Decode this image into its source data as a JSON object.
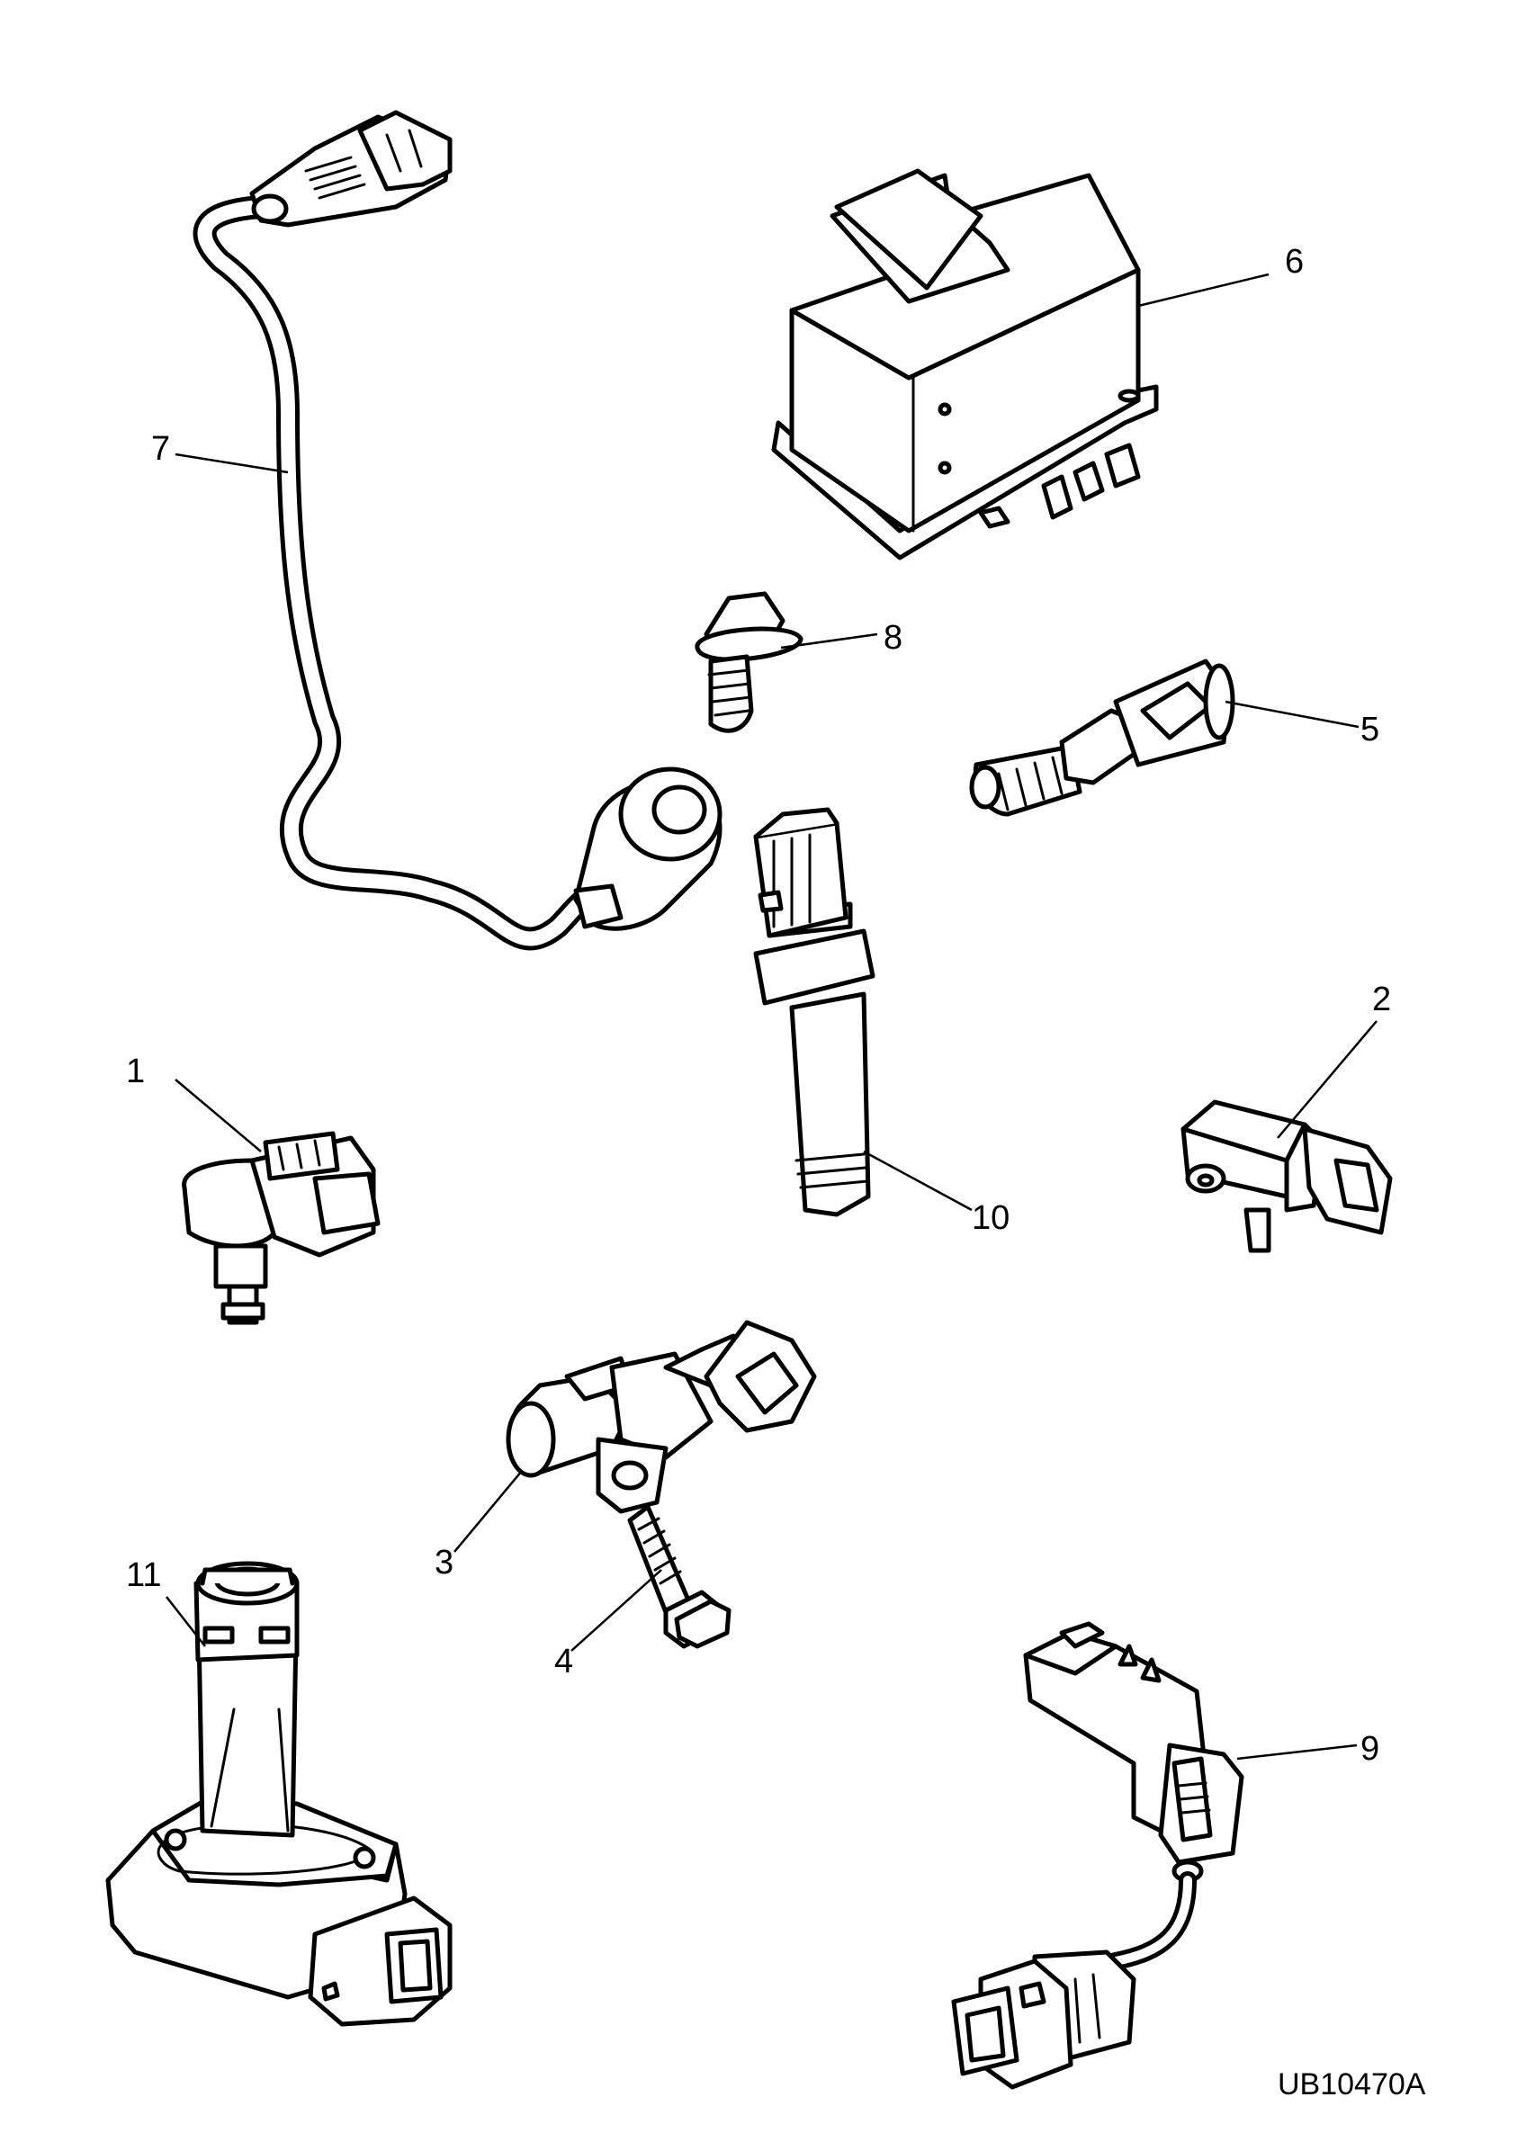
{
  "diagram": {
    "reference_code": "UB10470A",
    "callouts": [
      {
        "id": "1",
        "text": "1"
      },
      {
        "id": "2",
        "text": "2"
      },
      {
        "id": "3",
        "text": "3"
      },
      {
        "id": "4",
        "text": "4"
      },
      {
        "id": "5",
        "text": "5"
      },
      {
        "id": "6",
        "text": "6"
      },
      {
        "id": "7",
        "text": "7"
      },
      {
        "id": "8",
        "text": "8"
      },
      {
        "id": "9",
        "text": "9"
      },
      {
        "id": "10",
        "text": "10"
      },
      {
        "id": "11",
        "text": "11"
      }
    ]
  }
}
